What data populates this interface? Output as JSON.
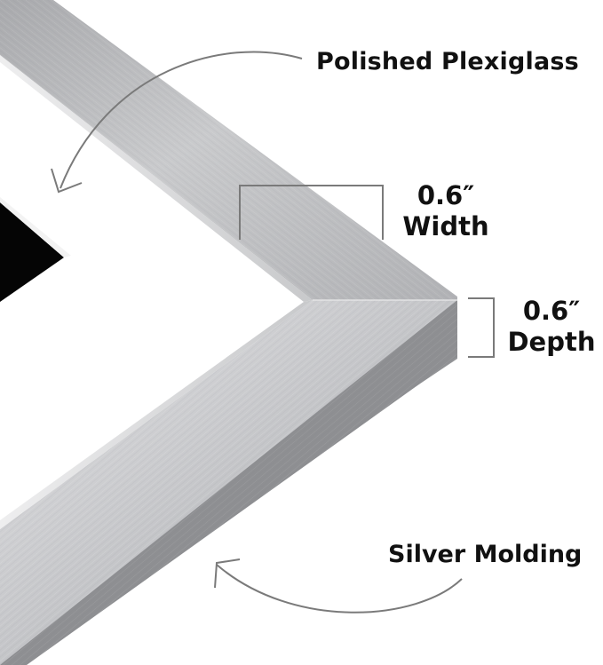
{
  "labels": {
    "plexiglass": "Polished Plexiglass",
    "width_value": "0.6″",
    "width_caption": "Width",
    "depth_value": "0.6″",
    "depth_caption": "Depth",
    "molding": "Silver Molding"
  },
  "colors": {
    "background": "#ffffff",
    "frame_silver_light": "#d9d9db",
    "frame_silver_mid": "#b7b8ba",
    "frame_silver_dark": "#8e8f92",
    "mat_black": "#050505",
    "callout_gray": "#7a7a7a",
    "text": "#111111"
  },
  "icons": {
    "plexiglass_arrow": "curved-arrow-down-left-icon",
    "molding_arrow": "curved-arrow-up-left-icon",
    "width_bracket": "dimension-bracket-icon",
    "depth_bracket": "dimension-bracket-icon"
  }
}
